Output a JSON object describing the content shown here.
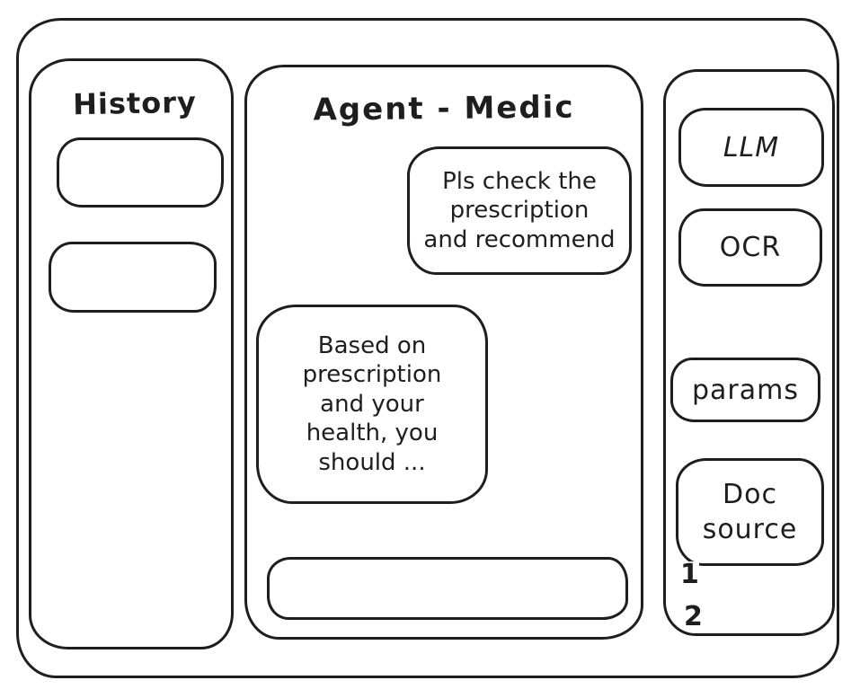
{
  "app": {
    "background": "#ffffff",
    "ink_color": "#1e1e1e"
  },
  "history_panel": {
    "title": "History",
    "items": [
      {
        "label": ""
      },
      {
        "label": ""
      }
    ]
  },
  "chat_panel": {
    "title": "Agent - Medic",
    "messages": [
      {
        "role": "user",
        "text": "Pls check the\nprescription\nand recommend"
      },
      {
        "role": "agent",
        "text": "Based on\nprescription\nand your\nhealth, you\nshould ..."
      }
    ],
    "input": {
      "value": "",
      "placeholder": ""
    }
  },
  "tools_panel": {
    "buttons": [
      {
        "label": "LLM"
      },
      {
        "label": "OCR"
      },
      {
        "label": "params"
      },
      {
        "label": "Doc source"
      }
    ],
    "doc_source_items": [
      {
        "label": "1"
      },
      {
        "label": "2"
      }
    ]
  }
}
